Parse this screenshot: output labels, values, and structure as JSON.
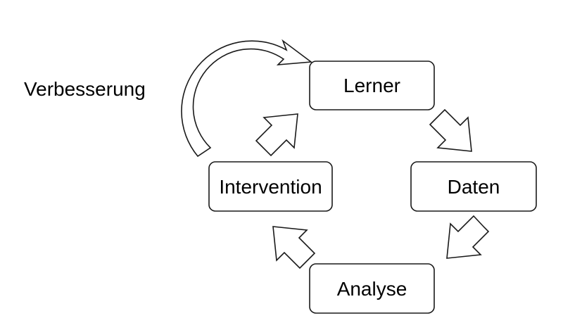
{
  "nodes": {
    "lerner": "Lerner",
    "daten": "Daten",
    "analyse": "Analyse",
    "intervention": "Intervention"
  },
  "improvement_label": "Verbesserung",
  "colors": {
    "stroke": "#1a1a1a",
    "fill": "#ffffff",
    "text": "#000000"
  }
}
